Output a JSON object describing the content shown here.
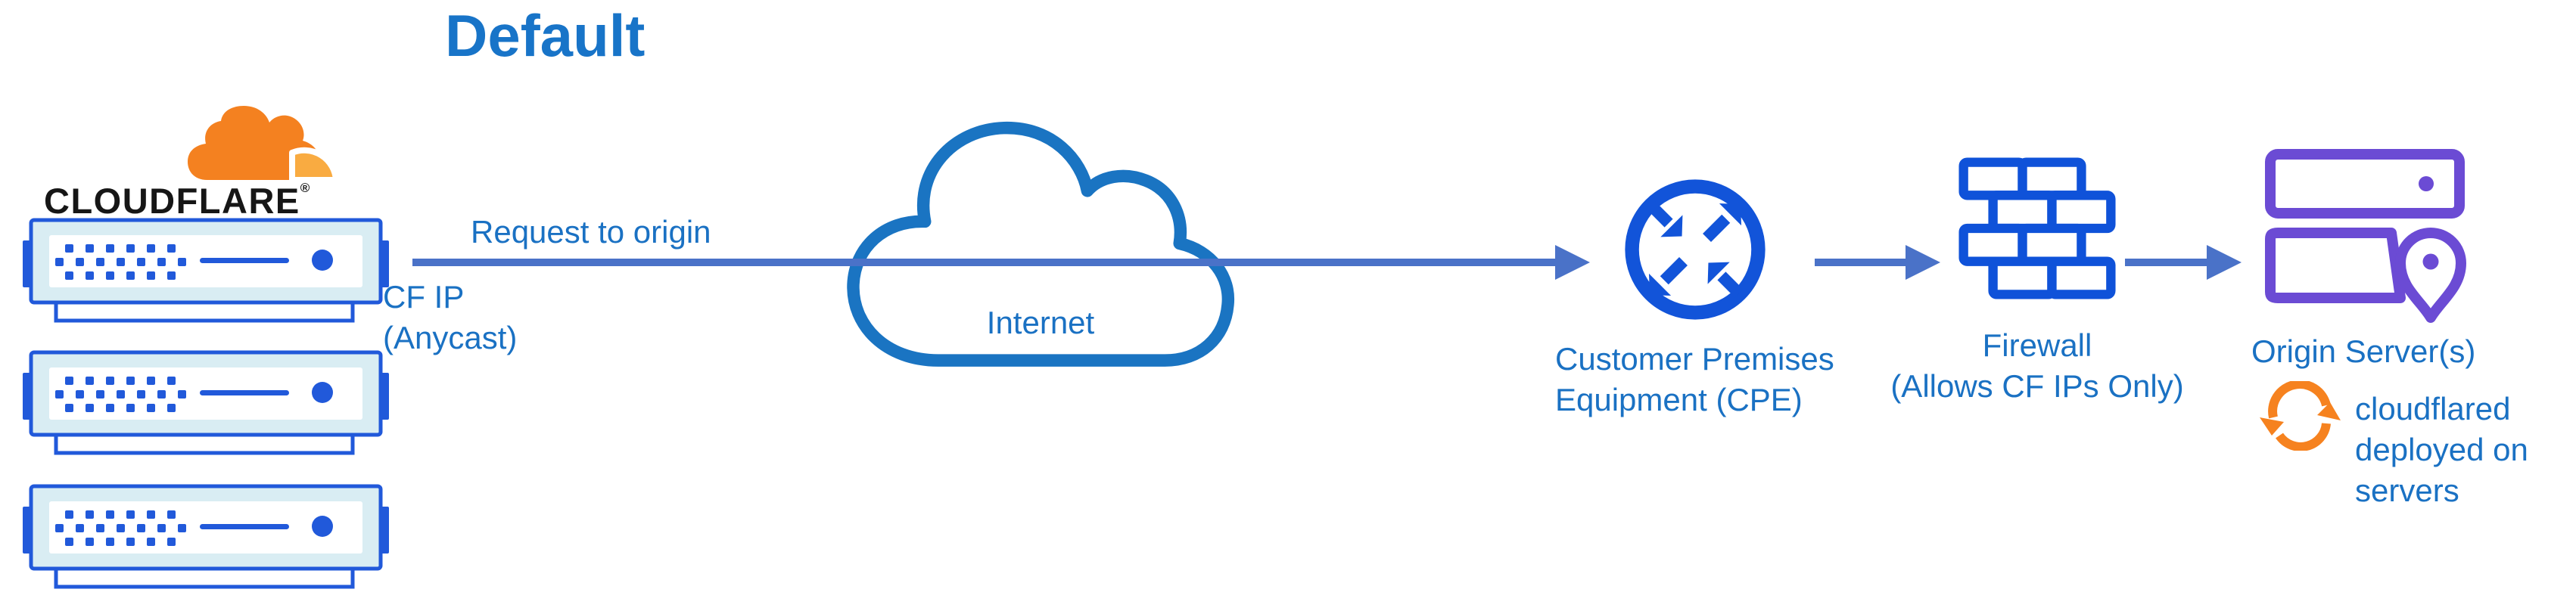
{
  "header": {
    "title": "Default"
  },
  "logo": {
    "wordmark": "CLOUDFLARE",
    "registered_mark": "®"
  },
  "edge_labels": {
    "request_to_origin": "Request to origin",
    "cf_ip": [
      "CF IP",
      "(Anycast)"
    ]
  },
  "nodes": {
    "internet": {
      "label": "Internet"
    },
    "cpe": {
      "label_lines": [
        "Customer Premises",
        "Equipment (CPE)"
      ]
    },
    "firewall": {
      "label_lines": [
        "Firewall",
        "(Allows CF IPs Only)"
      ]
    },
    "origin_servers": {
      "label": "Origin Server(s)"
    },
    "cloudflared_note": {
      "lines": [
        "cloudflared",
        "deployed on",
        "servers"
      ]
    }
  },
  "colors": {
    "title_blue": "#1874c8",
    "label_blue": "#1a71c3",
    "icon_blue": "#1254d9",
    "server_blue": "#2159da",
    "server_panel_tint": "#d9edf3",
    "cloud_stroke_blue": "#1a74c2",
    "arrow_slate_blue": "#4a72c8",
    "origin_purple": "#6b4bd4",
    "cloudflare_orange": "#f48120",
    "cloudflare_orange_light": "#f9ab41",
    "wordmark_black": "#161616"
  }
}
